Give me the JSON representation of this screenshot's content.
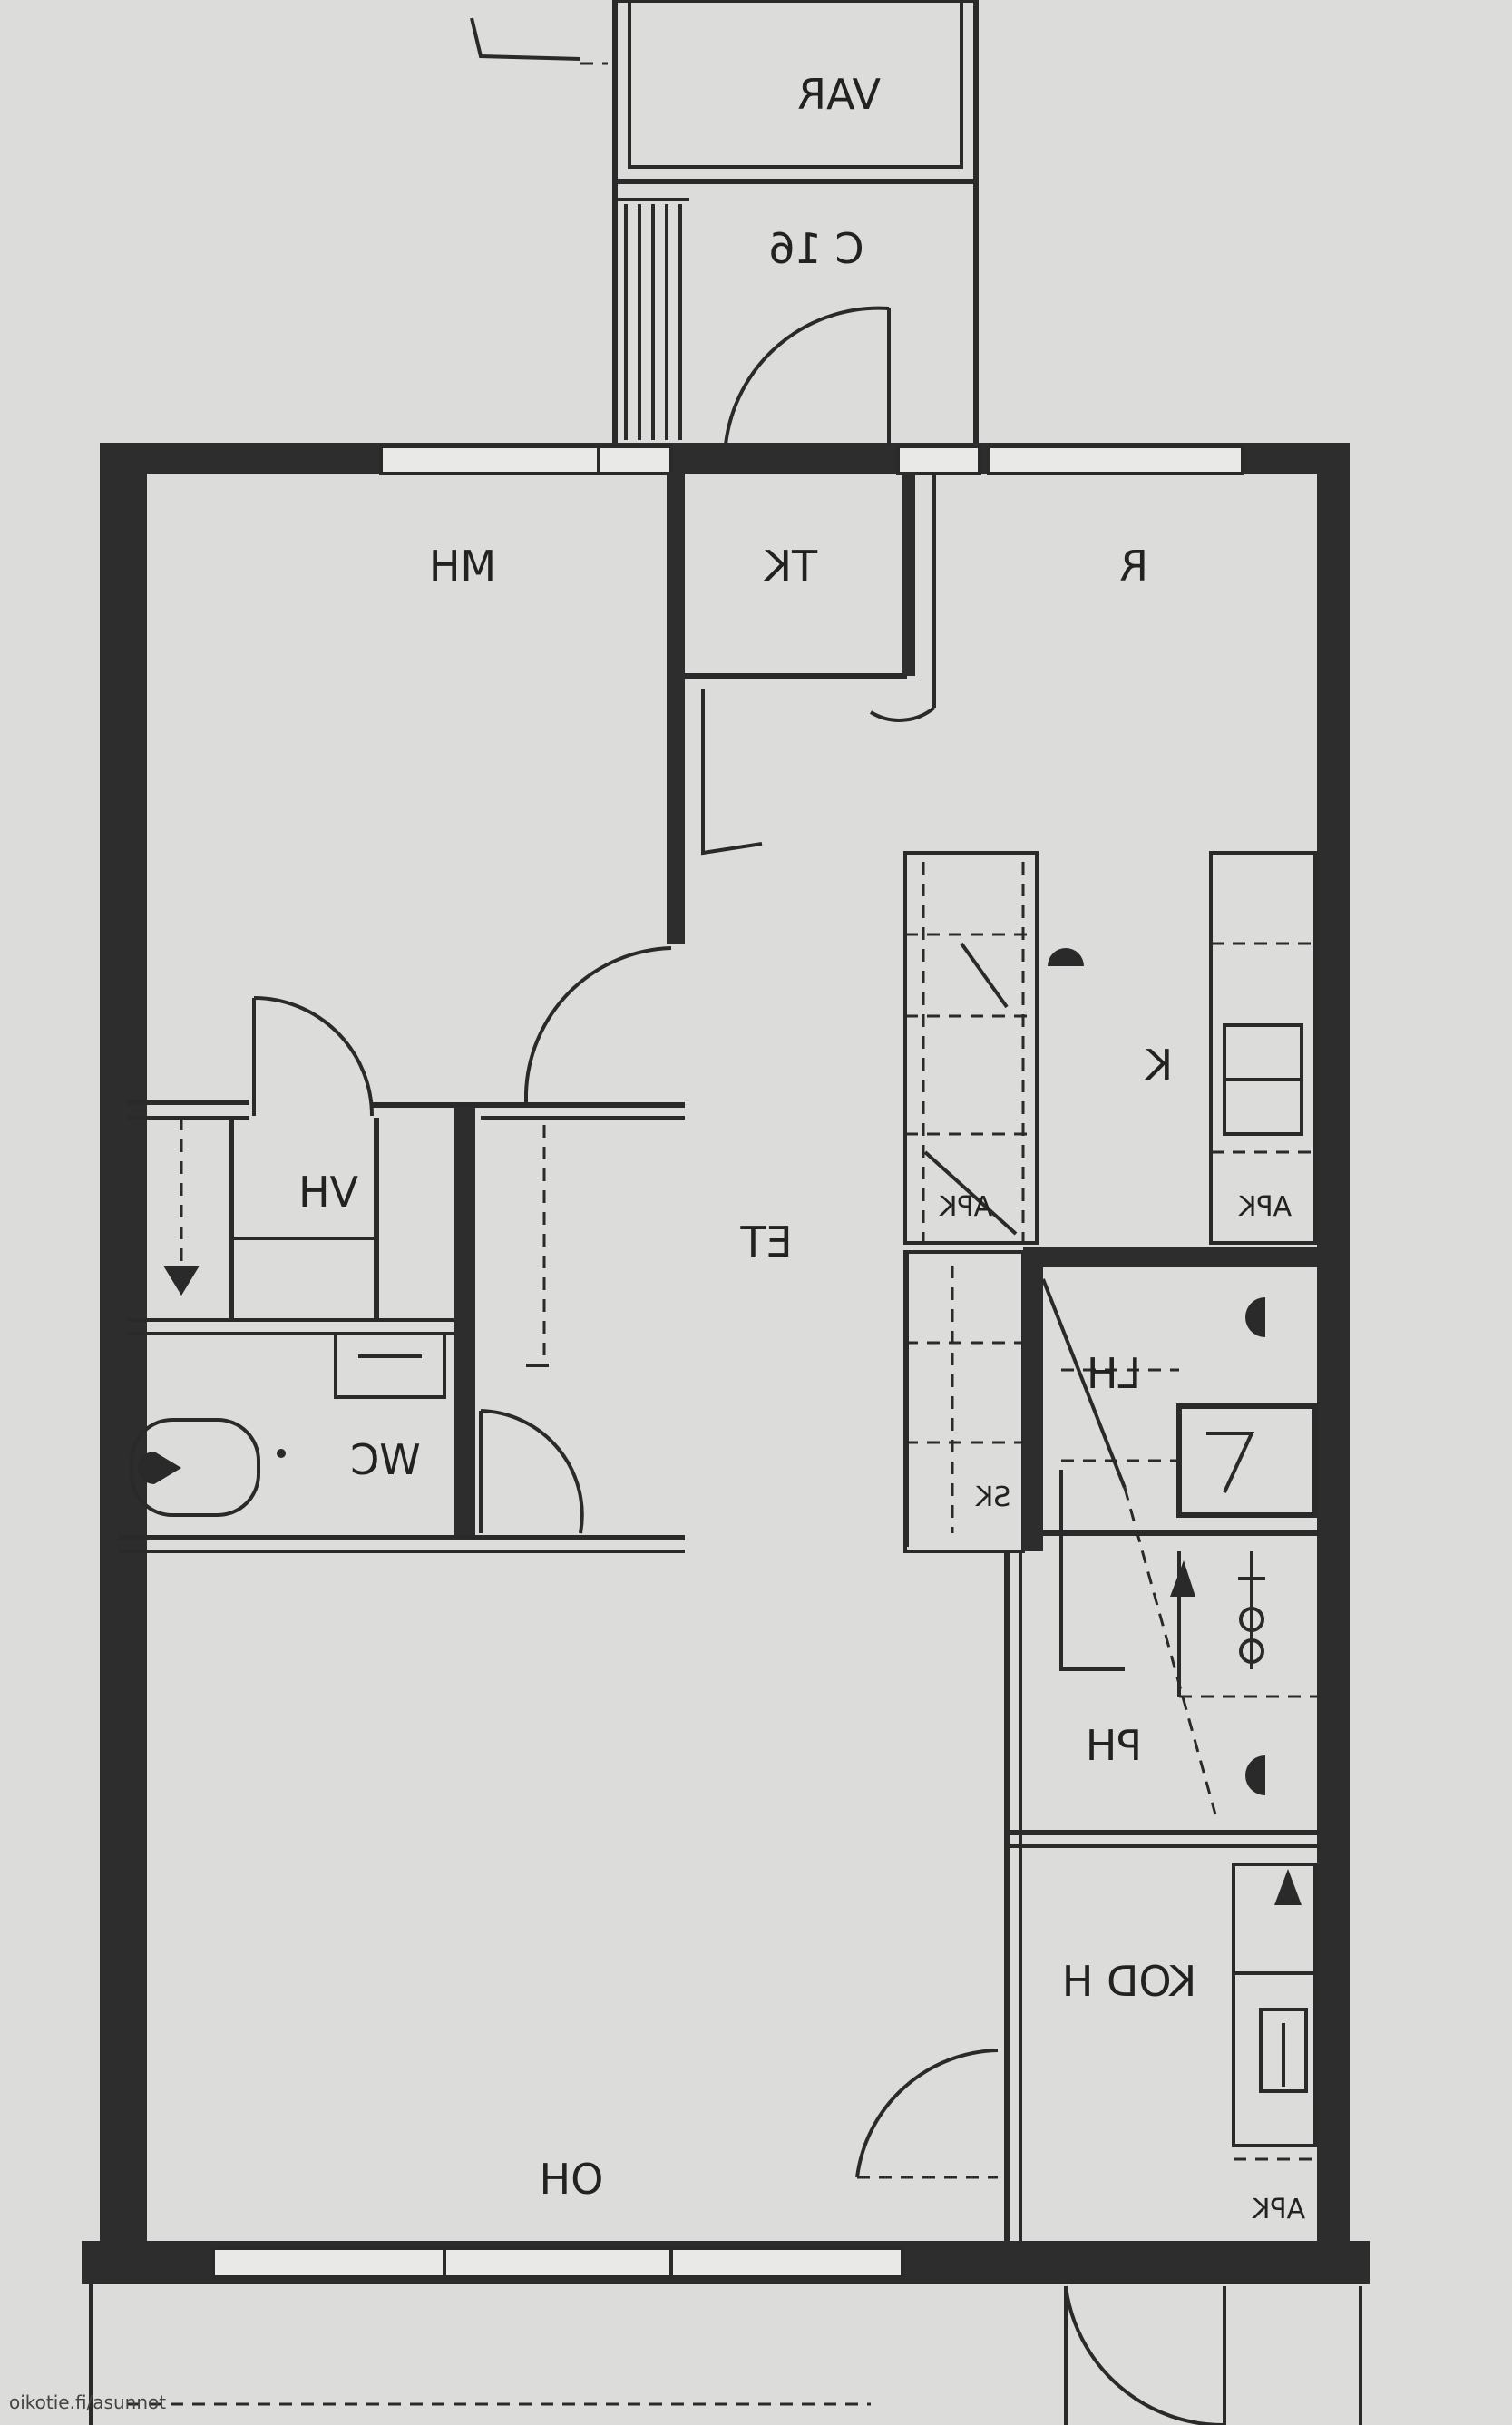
{
  "rooms": {
    "var": "VAR",
    "c16": "C 16",
    "mh": "MH",
    "tk": "TK",
    "r": "R",
    "k": "K",
    "et": "ET",
    "vh": "VH",
    "wc": "WC",
    "lh": "LH",
    "sk": "SK",
    "ph": "PH",
    "kodh": "KOD H",
    "oh": "OH",
    "apk_kitchen": "APK",
    "apk_utility": "APK",
    "apk_kodh": "APK"
  },
  "watermark": "oikotie.fi/asunnot",
  "colors": {
    "background": "#dcdcda",
    "walls": "#2d2d2d",
    "lines": "#2a2a2a"
  }
}
